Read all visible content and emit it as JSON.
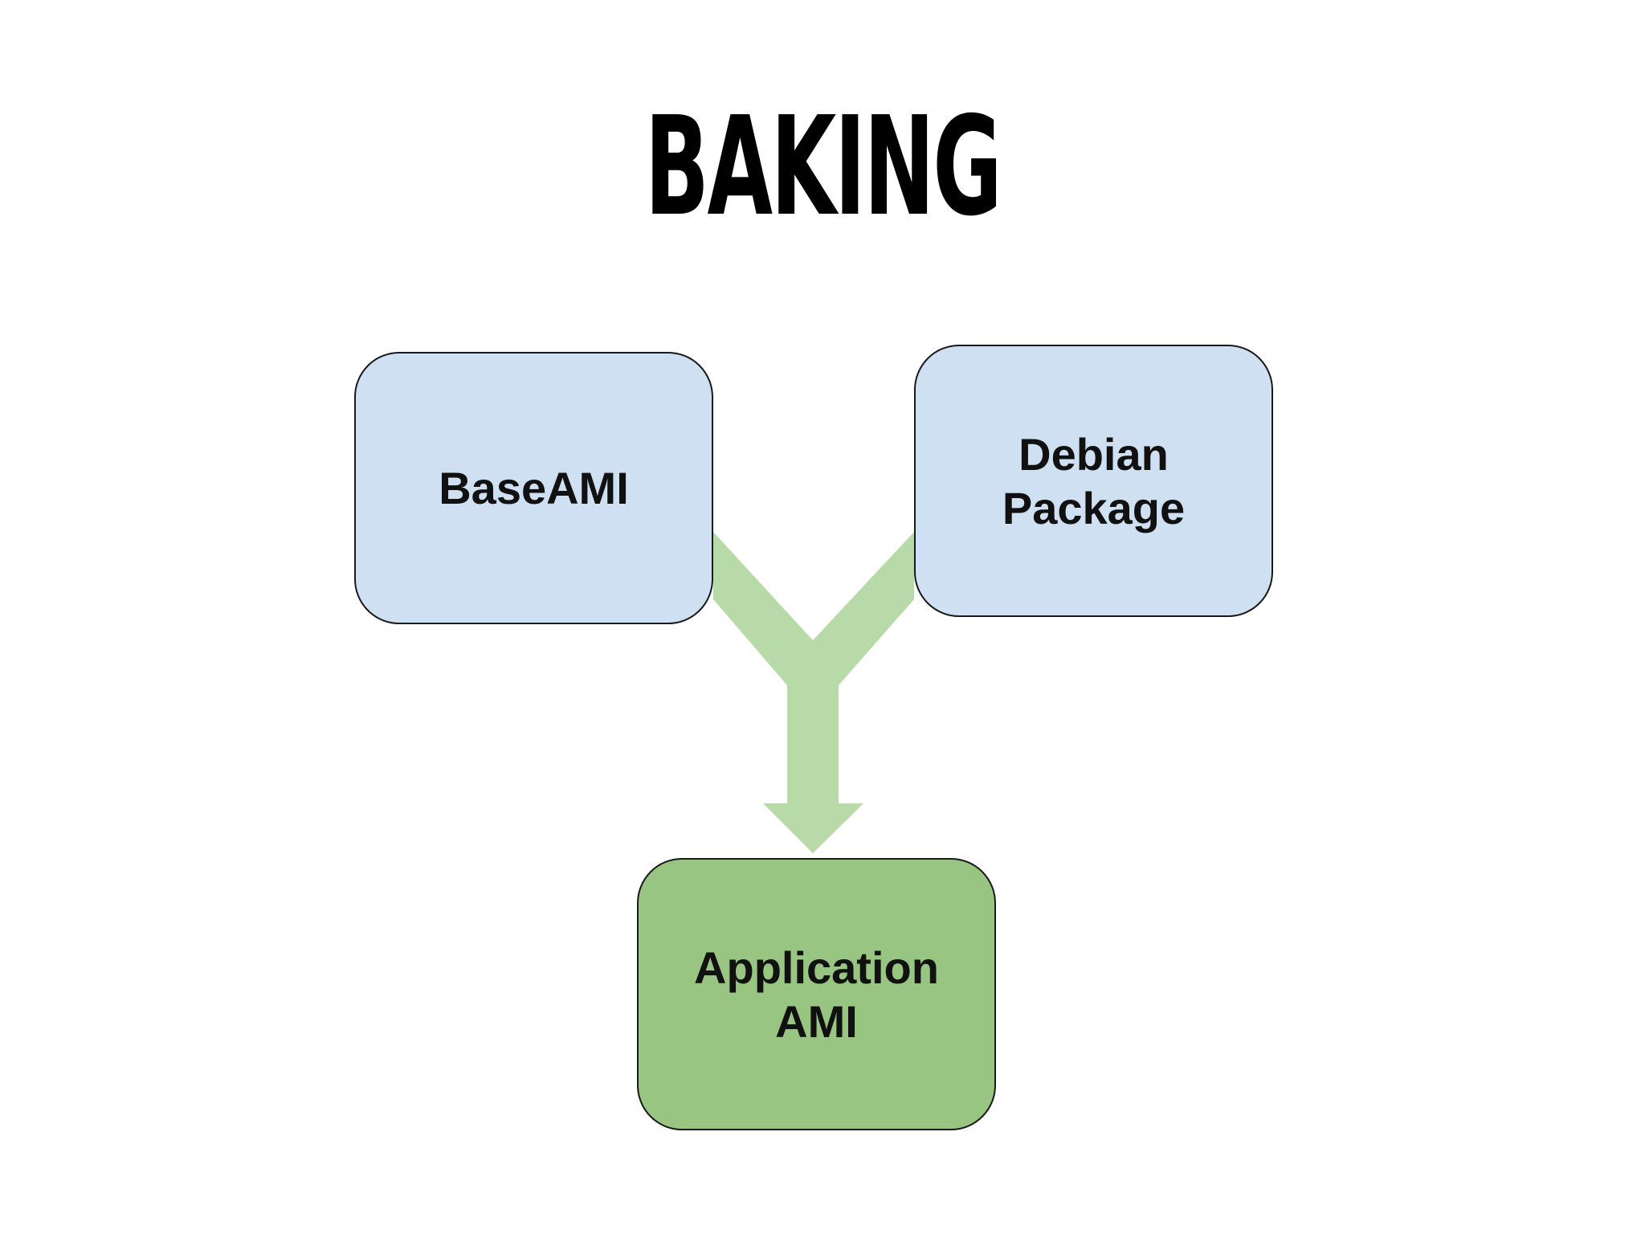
{
  "title": "BAKING",
  "nodes": {
    "base_ami": {
      "line1": "BaseAMI"
    },
    "debian_package": {
      "line1": "Debian",
      "line2": "Package"
    },
    "application_ami": {
      "line1": "Application",
      "line2": "AMI"
    }
  },
  "edges": [
    {
      "from": "BaseAMI",
      "to": "Application AMI"
    },
    {
      "from": "Debian Package",
      "to": "Application AMI"
    }
  ],
  "colors": {
    "source_box": "#cfe0f3",
    "result_box": "#98c582",
    "arrow": "#b8d9a8",
    "border": "#1a1a1a"
  }
}
